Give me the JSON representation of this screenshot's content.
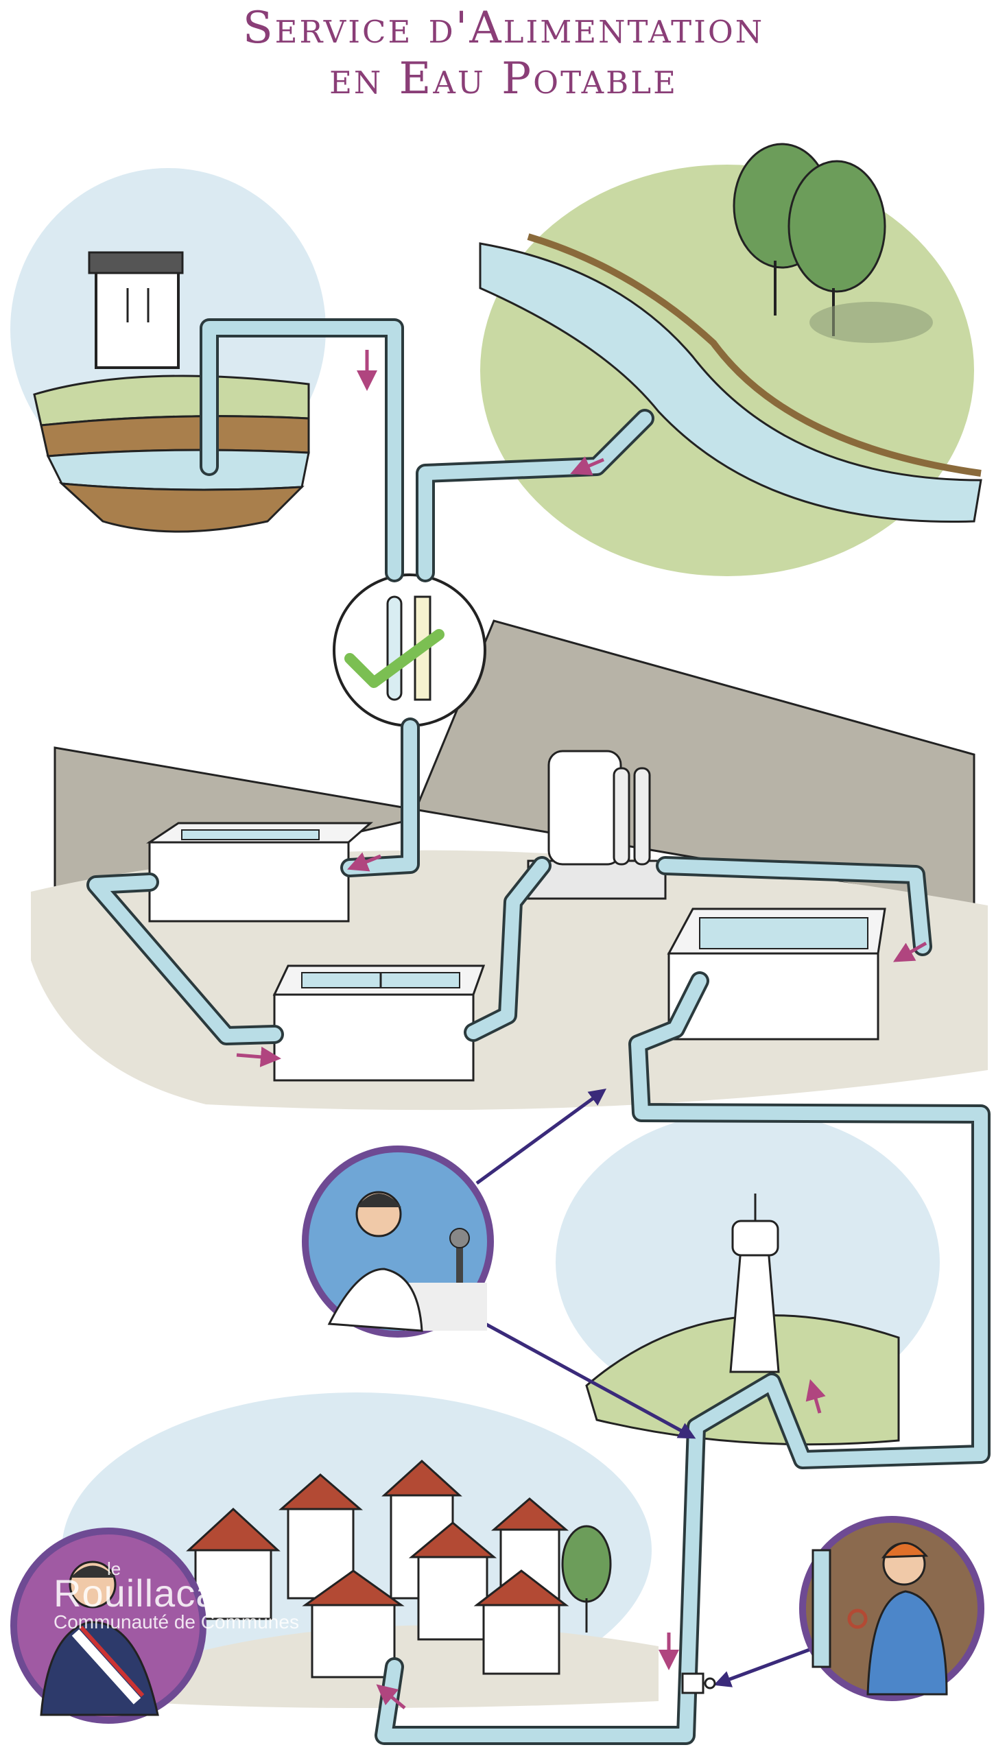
{
  "title": {
    "line1": "Service d'Alimentation",
    "line2": "en Eau Potable"
  },
  "watermark": {
    "prefix": "le",
    "brand": "Rouillacais",
    "subtitle": "Communauté de Communes"
  },
  "colors": {
    "title": "#8a3e77",
    "pipe": "#b9dde6",
    "pipe_outline": "#2b3a3d",
    "arrow_flow": "#b0457f",
    "arrow_link": "#3a2a7a",
    "sky_bubble": "#dbeaf2",
    "grass": "#c9d9a3",
    "river": "#c4e3ea",
    "ground": "#e6e3d8",
    "wall": "#b7b3a7",
    "roof": "#b34a34",
    "tree": "#6c9d5a",
    "portrait_border": "#6e4a93",
    "check": "#7bbf52"
  },
  "icons": [
    "well-scene-icon",
    "river-intake-scene-icon",
    "water-quality-check-icon",
    "treatment-plant-icon",
    "water-tower-icon",
    "village-houses-icon",
    "lab-technician-portrait-icon",
    "plumber-portrait-icon",
    "mayor-portrait-icon",
    "flow-direction-arrow-icon"
  ]
}
